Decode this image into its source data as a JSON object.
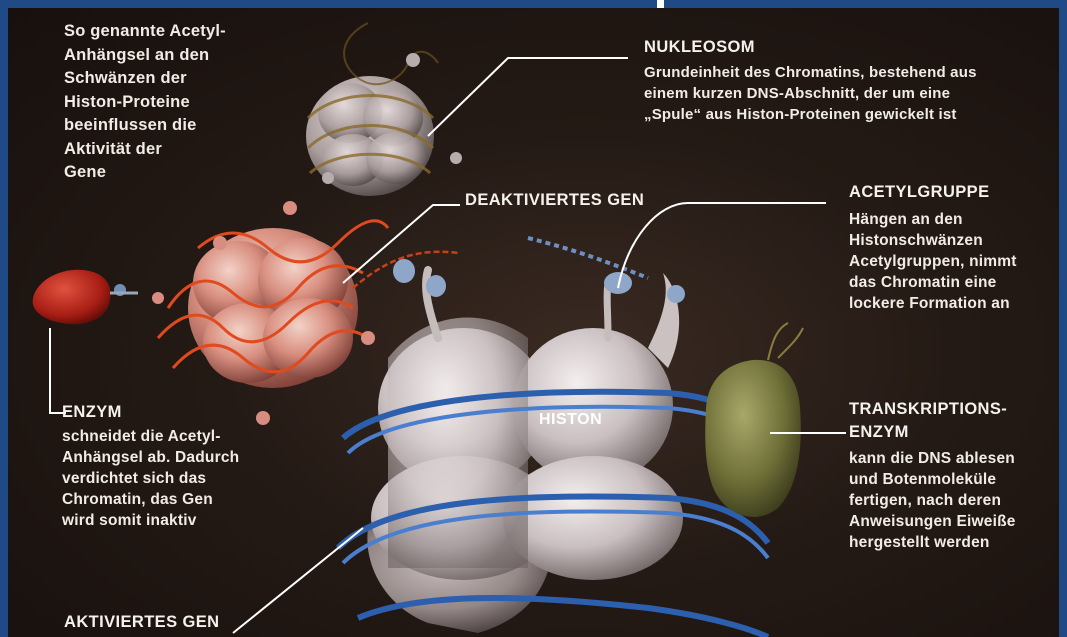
{
  "intro": "So genannte Acetyl-\nAnhängsel an den\nSchwänzen der\nHiston-Proteine\nbeeinflussen die\nAktivität der\nGene",
  "labels": {
    "nukleosom": {
      "title": "NUKLEOSOM",
      "text": "Grundeinheit des Chromatins, bestehend aus\neinem kurzen DNS-Abschnitt, der um eine\n„Spule“ aus Histon-Proteinen gewickelt ist"
    },
    "deaktiviertes_gen": {
      "title": "DEAKTIVIERTES GEN"
    },
    "acetylgruppe": {
      "title": "ACETYLGRUPPE",
      "text": "Hängen an den\nHistonschwänzen\nAcetylgruppen, nimmt\ndas Chromatin eine\nlockere Formation an"
    },
    "enzym": {
      "title": "ENZYM",
      "text": "schneidet die Acetyl-\nAnhängsel ab. Dadurch\nverdichtet sich das\nChromatin, das Gen\nwird somit inaktiv"
    },
    "histon": {
      "title": "HISTON"
    },
    "transkriptionsenzym": {
      "title": "TRANSKRIPTIONS-\nENZYM",
      "text": "kann die DNS ablesen\nund Botenmoleküle\nfertigen, nach deren\nAnweisungen Eiweiße\nhergestellt werden"
    },
    "aktiviertes_gen": {
      "title": "AKTIVIERTES GEN"
    }
  },
  "colors": {
    "frame": "#1f4a86",
    "background": "#241a15",
    "text": "#f1ece6",
    "histon": "#cfc6c6",
    "dna_active": "#3b6db8",
    "dna_inactive": "#d9502a",
    "enzyme": "#b3241c",
    "transcription_enzyme": "#7d7f45",
    "acetyl": "#8ea6c8"
  }
}
